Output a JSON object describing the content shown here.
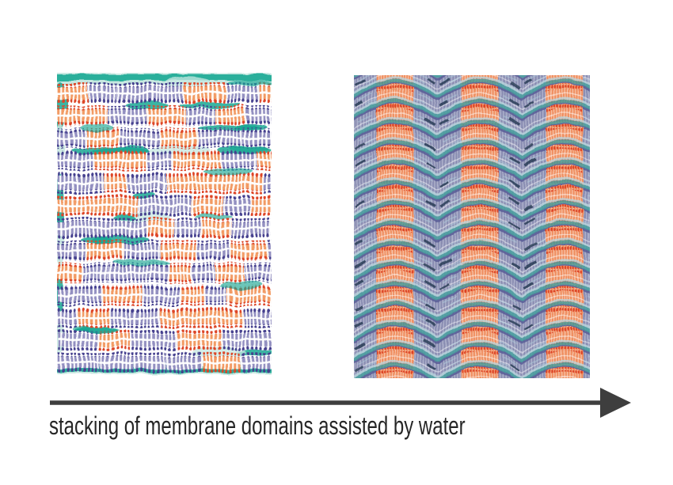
{
  "figure": {
    "caption": "stacking of membrane domains assisted by water",
    "arrow": {
      "direction": "right",
      "color": "#3e3e3e"
    },
    "panels": {
      "left": {
        "id": "unstacked-membrane-domains"
      },
      "right": {
        "id": "stacked-membrane-domains"
      }
    },
    "colors": {
      "page_background": "#ffffff",
      "caption_text": "#262626",
      "arrow": "#3e3e3e",
      "water_teal": "#19a893",
      "water_pale": "#c7e8e1",
      "lipid_purple_body": "#928fc0",
      "lipid_purple_head": "#453f8e",
      "lipid_orange_body": "#f29a63",
      "lipid_orange_head": "#dd4527",
      "stacked_background": "#9094b6",
      "stacked_purple_body": "#8f93b7",
      "stacked_purple_head": "#5c5f98",
      "stacked_orange_body": "#ef8e5e",
      "stacked_orange_head": "#dc3f24",
      "stacked_water_teal": "#49a09f",
      "stacked_water_light": "#b9d6dd",
      "stacked_dark_streak": "#22364f",
      "stacked_light_streak": "#aecbdc"
    }
  }
}
